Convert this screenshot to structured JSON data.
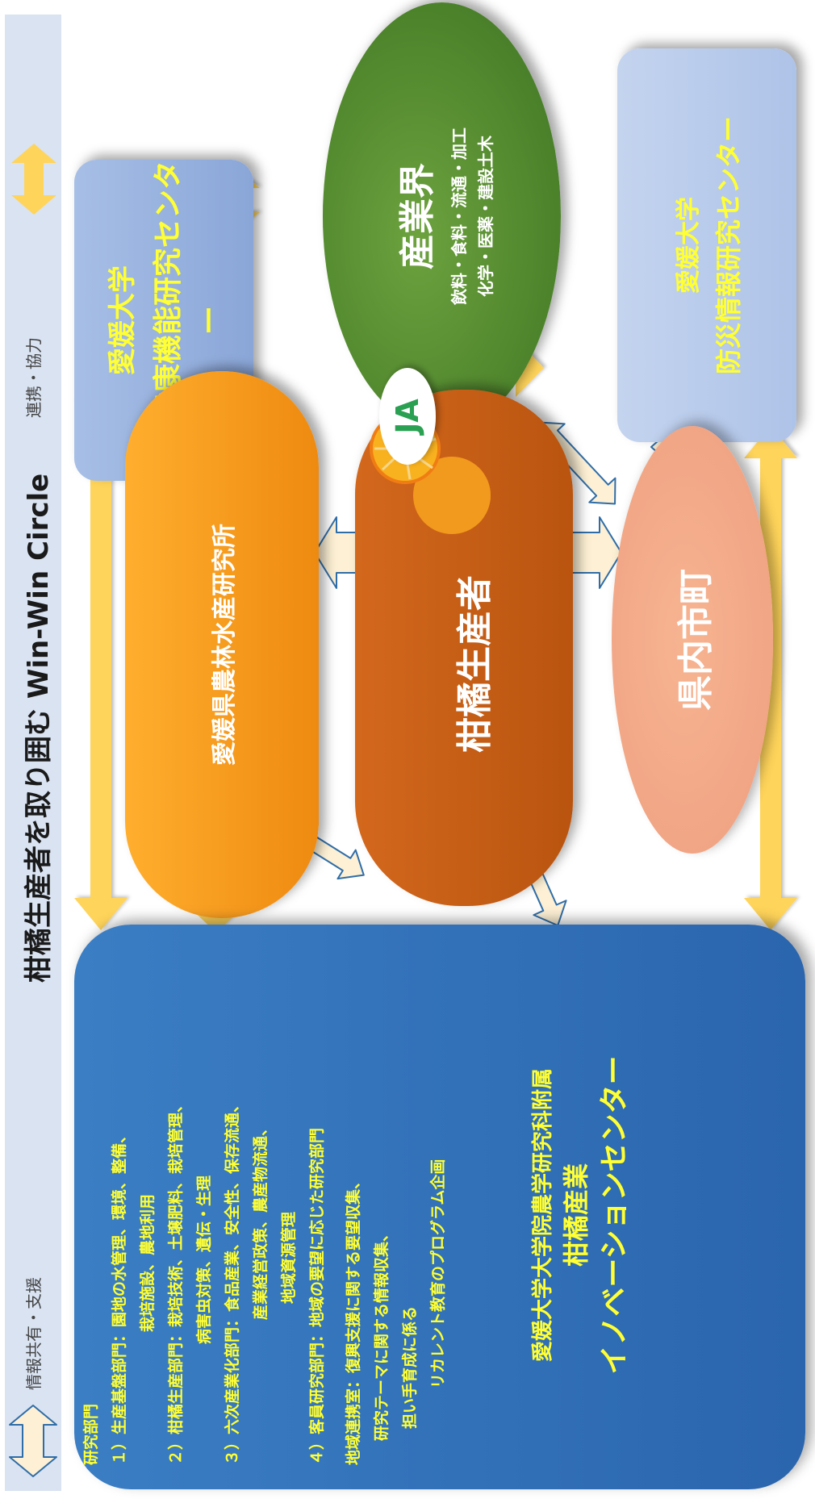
{
  "header": {
    "title": "柑橘生産者を取り囲む Win-Win Circle",
    "legend_support": "情報共有・支援",
    "legend_cooperation": "連携・協力"
  },
  "nodes": {
    "food_center": {
      "line1": "愛媛大学",
      "line2": "食品健康機能研究センター"
    },
    "industry": {
      "title": "産業界",
      "sub1": "飲料・食料・流通・加工",
      "sub2": "化学・医薬・建設土木"
    },
    "disaster_center": {
      "line1": "愛媛大学",
      "line2": "防災情報研究センター"
    },
    "agri_institute": {
      "label": "愛媛県農林水産研究所"
    },
    "citrus_producers": {
      "label": "柑橘生産者"
    },
    "ja": {
      "label": "JA"
    },
    "municipalities": {
      "label": "県内市町"
    }
  },
  "main_center": {
    "line1": "愛媛大学大学院農学研究科附属",
    "line2": "柑橘産業",
    "line3": "イノベーションセンター",
    "office": [
      "地域連携室：復興支援に関する要望収集、",
      "研究テーマに関する情報収集、",
      "担い手育成に係る",
      "リカレント教育のプログラム企画"
    ],
    "divisions_title": "研究部門",
    "divisions": [
      "１）生産基盤部門：園地の水管理、環境、整備、",
      "栽培施設、農地利用",
      "２）柑橘生産部門：栽培技術、土壌肥料、栽培管理、",
      "病害虫対策、遺伝・生理",
      "３）六次産業化部門：食品産業、安全性、保存流通、",
      "産業経営政策、農産物流通、",
      "地域資源管理",
      "４）客員研究部門：地域の要望に応じた研究部門"
    ]
  },
  "colors": {
    "title_bar": "#d9e3f2",
    "arrow_gold": "#ffd45a",
    "arrow_cream": "#fdf0d4",
    "arrow_outline": "#2f6da8",
    "label_yellow": "#ffff33",
    "orange_box": "#f79a1e",
    "producer_box": "#c95c16",
    "municipal_box": "#f2a98a",
    "industry_green": "#4e8a2b",
    "main_blue": "#2f6fb5",
    "ja_text": "#2aa052"
  }
}
